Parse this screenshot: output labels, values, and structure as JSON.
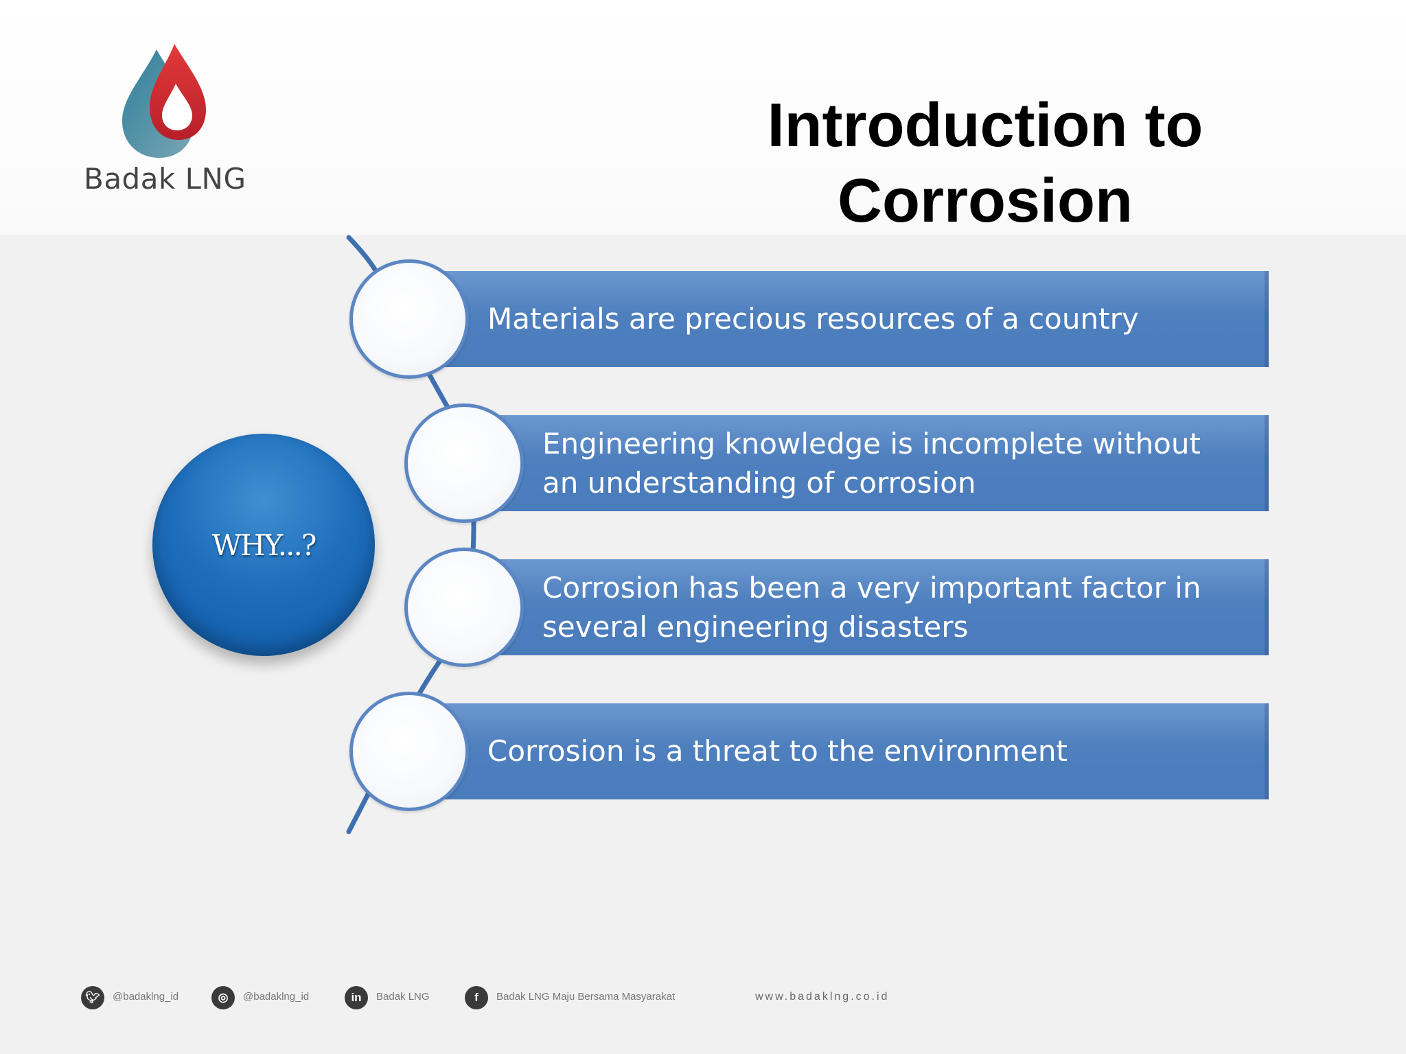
{
  "brand": {
    "name": "Badak LNG"
  },
  "slide": {
    "title": "Introduction to Corrosion",
    "why_label": "WHY...?",
    "items": [
      {
        "line1": "Materials are precious resources of a country",
        "line2": ""
      },
      {
        "line1": "Engineering  knowledge  is  incomplete without",
        "line2": "an  understanding  of  corrosion"
      },
      {
        "line1": "Corrosion  has been a very important factor in",
        "line2": "several engineering disasters"
      },
      {
        "line1": "Corrosion is a threat to the environment",
        "line2": ""
      }
    ]
  },
  "footer": {
    "twitter": "@badaklng_id",
    "instagram": "@badaklng_id",
    "linkedin": "Badak LNG",
    "facebook": "Badak LNG Maju Bersama Masyarakat",
    "website": "www.badaklng.co.id"
  },
  "icons": [
    "logo-drop-icon",
    "twitter-icon",
    "instagram-icon",
    "linkedin-icon",
    "facebook-icon"
  ],
  "colors": {
    "bar_blue": "#4f80bf",
    "node_border": "#5b86c3",
    "why_circle": "#1565b3",
    "brand_red": "#d32a2f",
    "brand_teal": "#2f6f86"
  }
}
